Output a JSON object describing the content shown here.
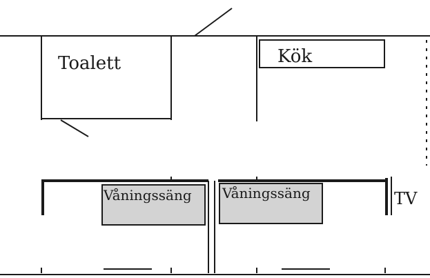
{
  "rooms": {
    "toilet_label": "Toalett",
    "kitchen_label": "Kök",
    "bunk_bed_left_label": "Våningssäng",
    "bunk_bed_right_label": "Våningssäng",
    "tv_label": "TV"
  },
  "colors": {
    "line": "#1a1a1a",
    "bed_fill": "#d3d3d3",
    "background": "#ffffff"
  }
}
